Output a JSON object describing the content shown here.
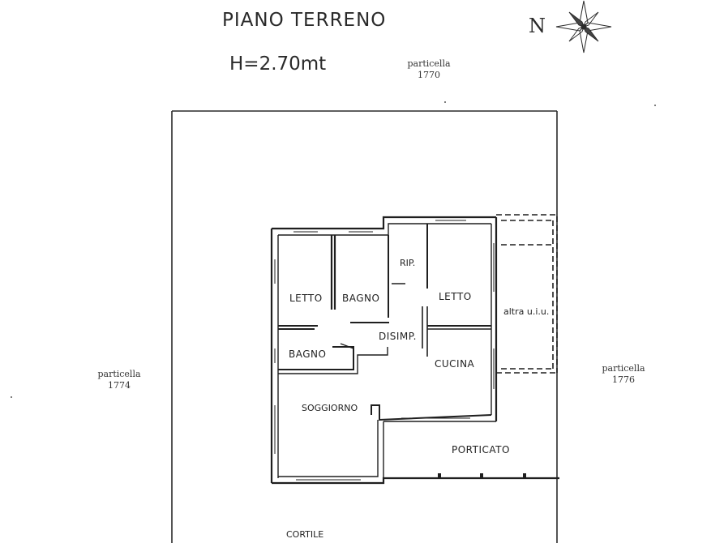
{
  "header": {
    "title": "PIANO TERRENO",
    "height_label": "H=2.70mt"
  },
  "compass": {
    "north_letter": "N",
    "icon": "compass-rose-icon"
  },
  "parcels": {
    "top": {
      "name": "particella",
      "number": "1770"
    },
    "left": {
      "name": "particella",
      "number": "1774"
    },
    "right": {
      "name": "particella",
      "number": "1776"
    }
  },
  "rooms": {
    "letto_left": "LETTO",
    "bagno_top": "BAGNO",
    "ripostiglio": "RIP.",
    "letto_right": "LETTO",
    "other_unit": "altra u.i.u.",
    "disimpegno": "DISIMP.",
    "bagno_bottom": "BAGNO",
    "cucina": "CUCINA",
    "soggiorno": "SOGGIORNO",
    "porticato": "PORTICATO",
    "cortile": "CORTILE"
  },
  "colors": {
    "ink": "#1b1b1b",
    "paper": "#ffffff"
  }
}
